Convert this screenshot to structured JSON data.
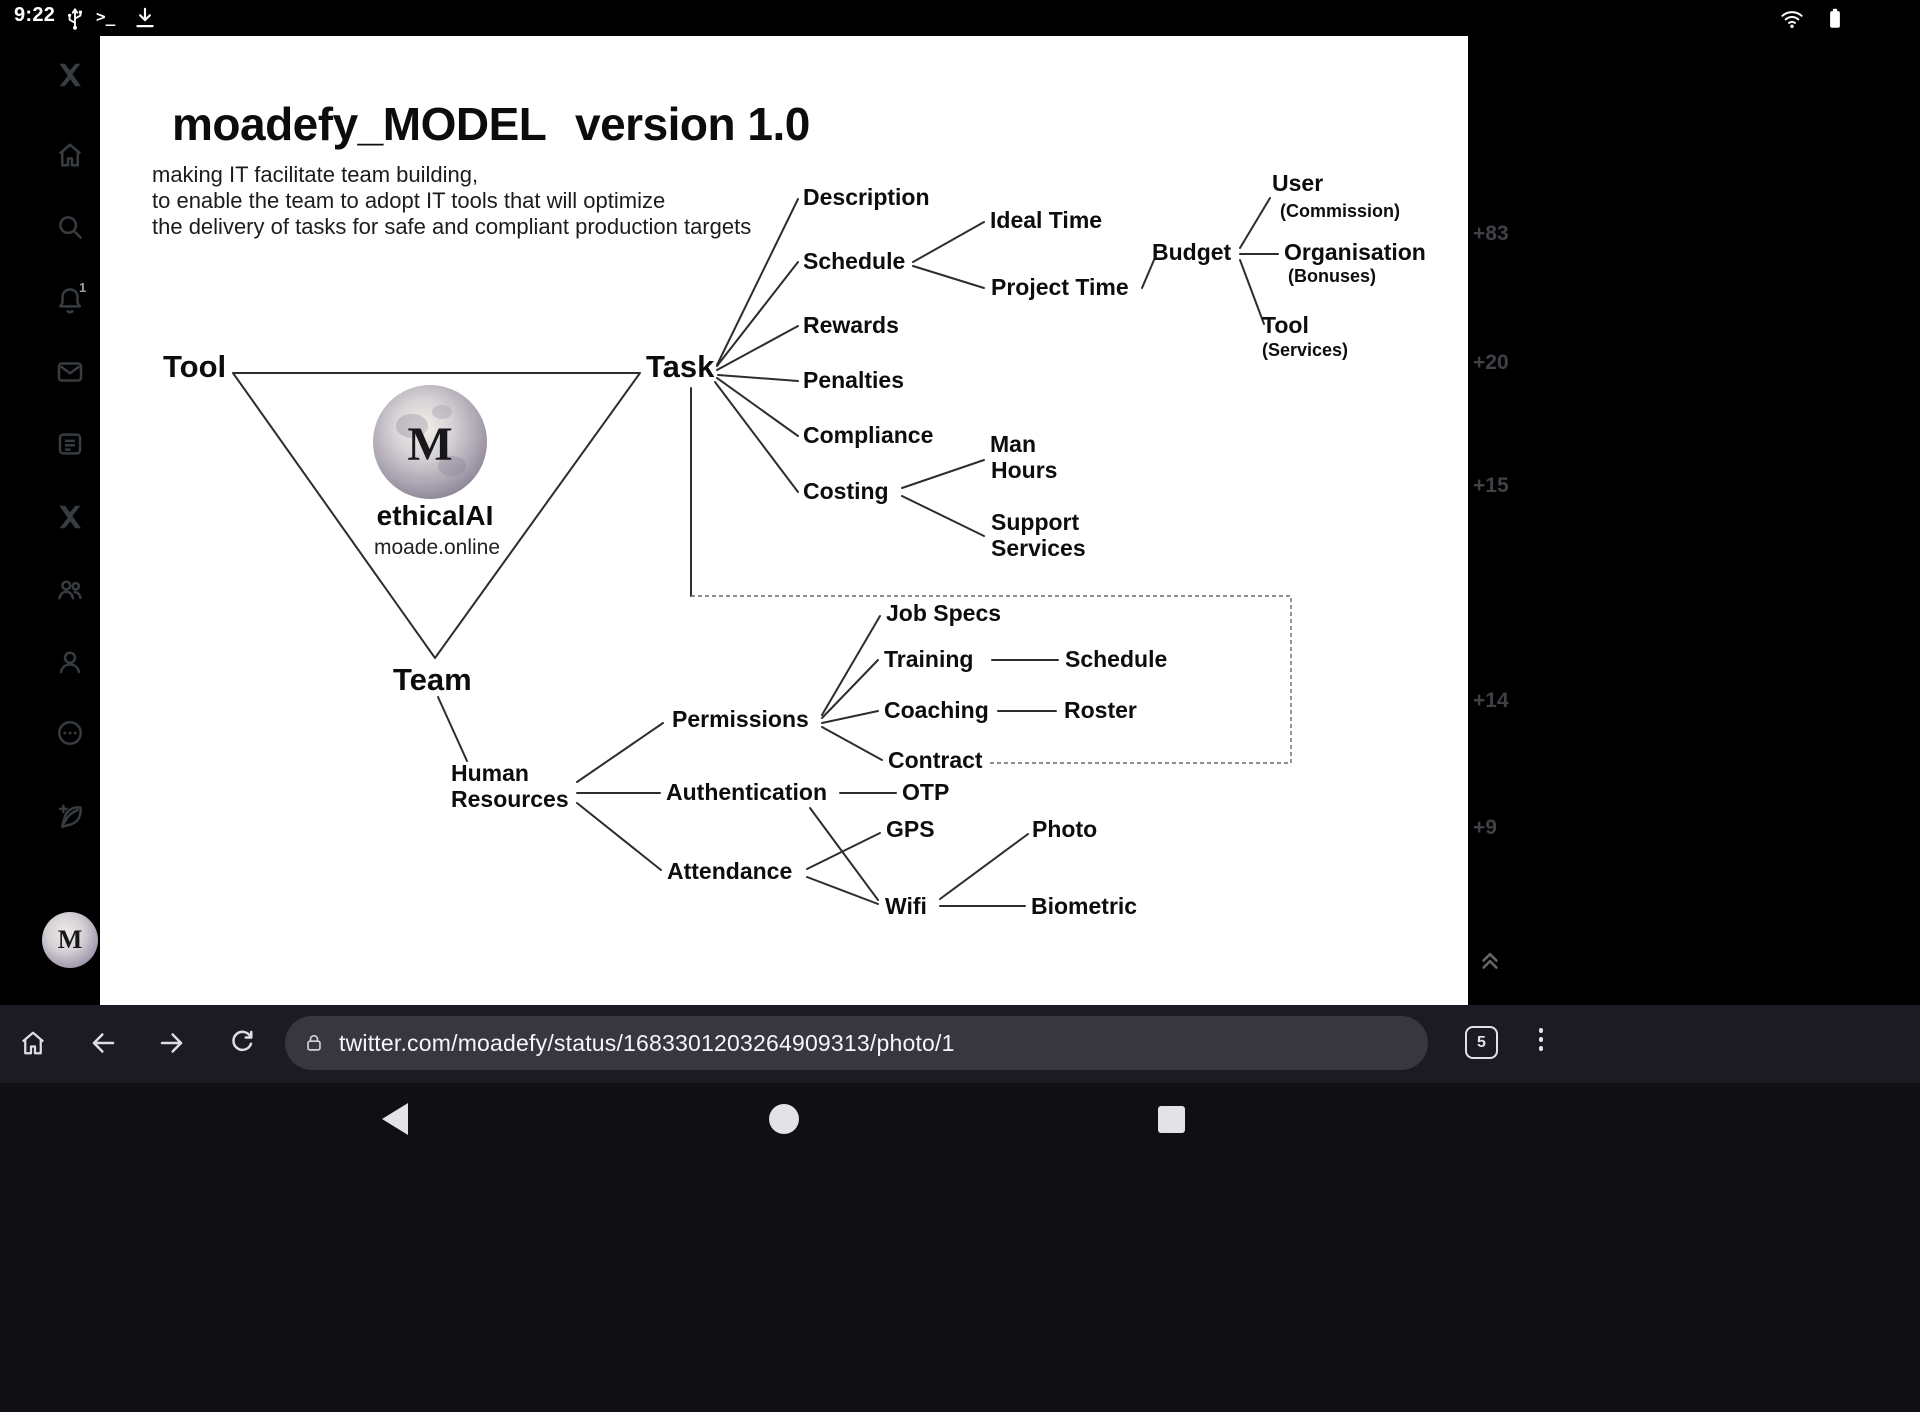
{
  "status_bar": {
    "time": "9:22",
    "terminal_glyph": ">_"
  },
  "sidebar": {
    "notification_badge": "1"
  },
  "right_rail": {
    "counts": [
      "+83",
      "+20",
      "+15",
      "+14",
      "+9"
    ]
  },
  "photo": {
    "title_main": "moadefy_MODEL",
    "title_version": "version 1.0",
    "subtitle_line1": "making IT facilitate team building,",
    "subtitle_line2": "to enable the team to adopt IT tools that will optimize",
    "subtitle_line3": "the delivery of tasks for safe and compliant production targets",
    "logo": {
      "monogram": "M",
      "brand": "ethicalAI",
      "site": "moade.online"
    },
    "nodes": {
      "tool": "Tool",
      "task": "Task",
      "team": "Team",
      "description": "Description",
      "schedule": "Schedule",
      "rewards": "Rewards",
      "penalties": "Penalties",
      "compliance": "Compliance",
      "costing": "Costing",
      "ideal_time": "Ideal Time",
      "project_time": "Project Time",
      "budget": "Budget",
      "user": "User",
      "user_sub": "(Commission)",
      "organisation": "Organisation",
      "organisation_sub": "(Bonuses)",
      "tool_services": "Tool",
      "tool_services_sub": "(Services)",
      "man": "Man",
      "hours": "Hours",
      "support": "Support",
      "services": "Services",
      "human": "Human",
      "resources": "Resources",
      "permissions": "Permissions",
      "authentication": "Authentication",
      "attendance": "Attendance",
      "job_specs": "Job Specs",
      "training": "Training",
      "coaching": "Coaching",
      "contract": "Contract",
      "schedule_hr": "Schedule",
      "roster": "Roster",
      "otp": "OTP",
      "gps": "GPS",
      "wifi": "Wifi",
      "photo": "Photo",
      "biometric": "Biometric"
    }
  },
  "browser": {
    "url": "twitter.com/moadefy/status/1683301203264909313/photo/1",
    "tab_count": "5"
  }
}
